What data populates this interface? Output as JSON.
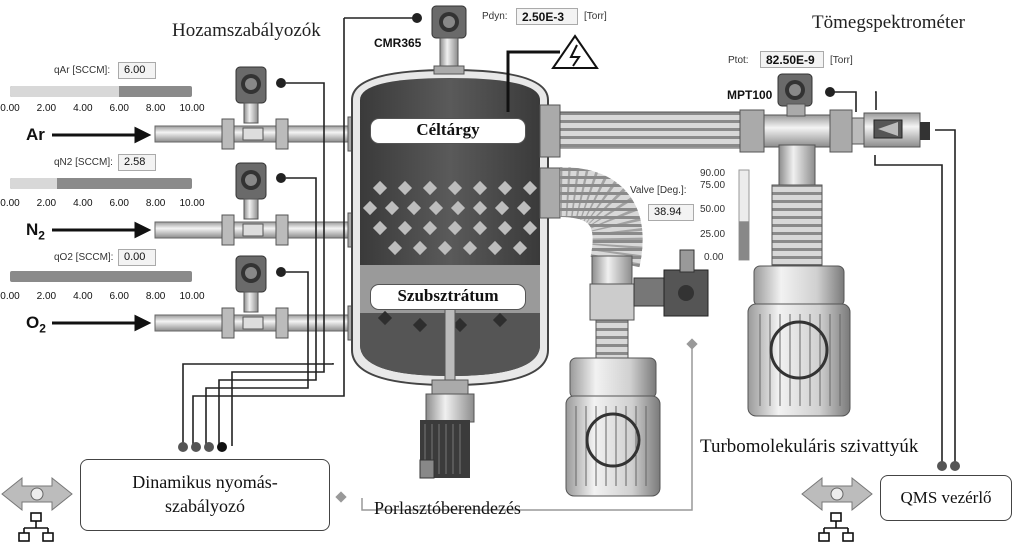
{
  "labels": {
    "flow_controllers": "Hozamszabályozók",
    "mass_spectrometer": "Tömegspektrométer",
    "target": "Céltárgy",
    "substrate": "Szubsztrátum",
    "turbo_pumps": "Turbomolekuláris szivattyúk",
    "sputter_device": "Porlasztóberendezés",
    "dynamic_pressure_controller_line1": "Dinamikus nyomás-",
    "dynamic_pressure_controller_line2": "szabályozó",
    "qms_controller": "QMS vezérlő",
    "cmr365": "CMR365",
    "mpt100": "MPT100"
  },
  "pdyn": {
    "label": "Pdyn:",
    "value": "2.50E-3",
    "unit": "[Torr]"
  },
  "ptot": {
    "label": "Ptot:",
    "value": "82.50E-9",
    "unit": "[Torr]"
  },
  "valve": {
    "label": "Valve [Deg.]:",
    "value": "38.94",
    "fraction": 0.43,
    "scale": [
      "90.00",
      "75.00",
      "50.00",
      "25.00",
      "0.00"
    ]
  },
  "flow_scale": [
    "0.00",
    "2.00",
    "4.00",
    "6.00",
    "8.00",
    "10.00"
  ],
  "gases": [
    {
      "label": "qAr [SCCM]:",
      "value": "6.00",
      "fraction": 0.6,
      "name": "Ar",
      "sub": ""
    },
    {
      "label": "qN2 [SCCM]:",
      "value": "2.58",
      "fraction": 0.258,
      "name": "N",
      "sub": "2"
    },
    {
      "label": "qO2 [SCCM]:",
      "value": "0.00",
      "fraction": 0.0,
      "name": "O",
      "sub": "2"
    }
  ],
  "colors": {
    "chamber_dark": "#4a4a4a",
    "metal": "#c4c4c4",
    "accent_line": "#222222"
  }
}
